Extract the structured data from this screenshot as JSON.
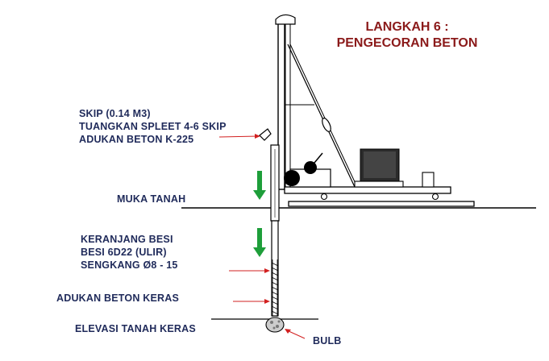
{
  "title": {
    "line1": "LANGKAH 6 :",
    "line2": "PENGECORAN BETON"
  },
  "labels": {
    "skip": [
      "SKIP (0.14 M3)",
      "TUANGKAN SPLEET 4-6 SKIP",
      "ADUKAN BETON  K-225"
    ],
    "ground": "MUKA TANAH",
    "cage": [
      "KERANJANG BESI",
      "BESI 6D22 (ULIR)",
      "SENGKANG Ø8 - 15"
    ],
    "hard_concrete": "ADUKAN BETON KERAS",
    "hard_soil": "ELEVASI TANAH KERAS",
    "bulb": "BULB"
  },
  "colors": {
    "text": "#1f2a5a",
    "title": "#8b1a1a",
    "arrow_green": "#1e9e3a",
    "pointer_red": "#d22020",
    "line": "#000000"
  }
}
